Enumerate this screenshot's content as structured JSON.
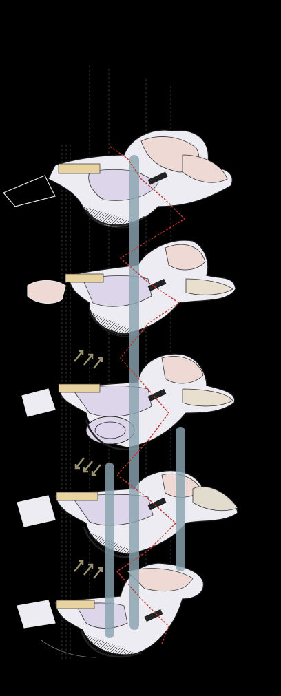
{
  "diagram": {
    "kind": "exploded axonometric building section",
    "levels": [
      "level-1",
      "level-2",
      "level-3",
      "level-4",
      "level-5"
    ],
    "annotations": [],
    "colors": {
      "background": "#000000",
      "floor_slab": "#ececf2",
      "interior_lilac": "#ddd6ea",
      "warm_zone": "#efd9d4",
      "wood": "#e8d2a0",
      "core_column": "#8aa3b0",
      "circulation_path": "#c0392b",
      "airflow_arrow": "#9a9270",
      "outline": "#1a1a1a"
    },
    "icons": [
      "airflow-arrow-icon",
      "circulation-path-line",
      "vertical-core-column"
    ]
  }
}
